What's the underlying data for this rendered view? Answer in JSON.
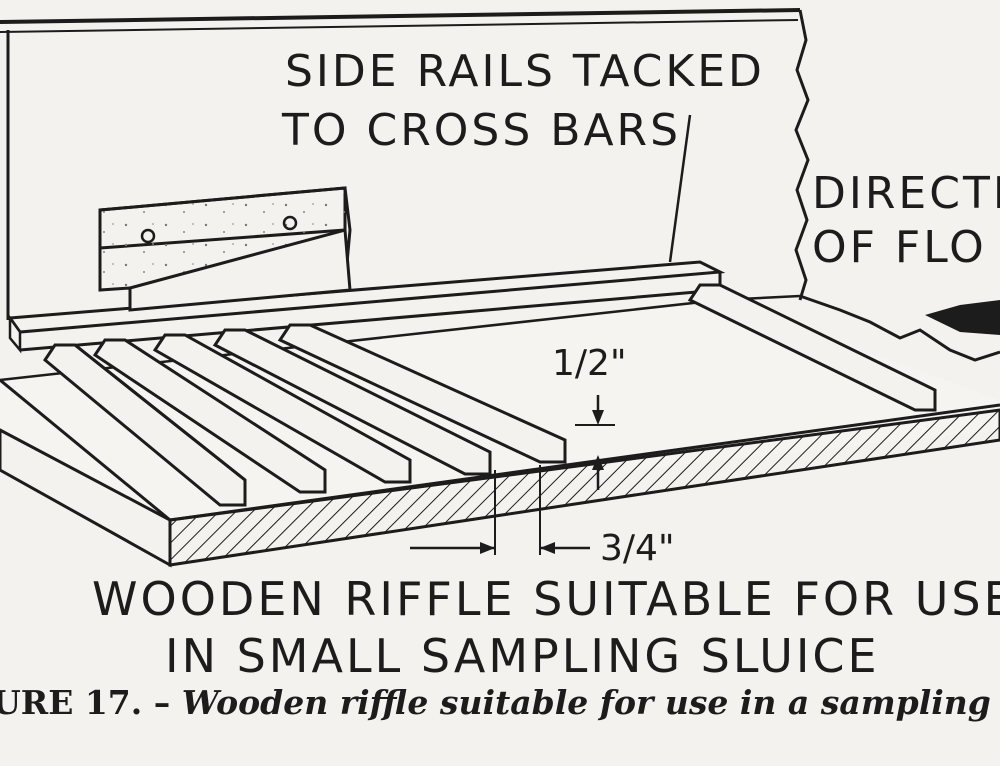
{
  "labels": {
    "side_rails_line1": "SIDE RAILS TACKED",
    "side_rails_line2": "TO CROSS BARS",
    "direction_line1": "DIRECTIO",
    "direction_line2": "OF FLO",
    "dim_half_inch": "1/2\"",
    "dim_three_quarter_inch": "3/4\"",
    "caption_line1": "WOODEN RIFFLE SUITABLE FOR USE",
    "caption_line2": "IN SMALL SAMPLING SLUICE"
  },
  "figure_caption": {
    "number": "URE 17. –",
    "text": "Wooden riffle suitable for use in a sampling s"
  },
  "colors": {
    "ink": "#1c1c1c",
    "paper": "#f4f2ee"
  }
}
